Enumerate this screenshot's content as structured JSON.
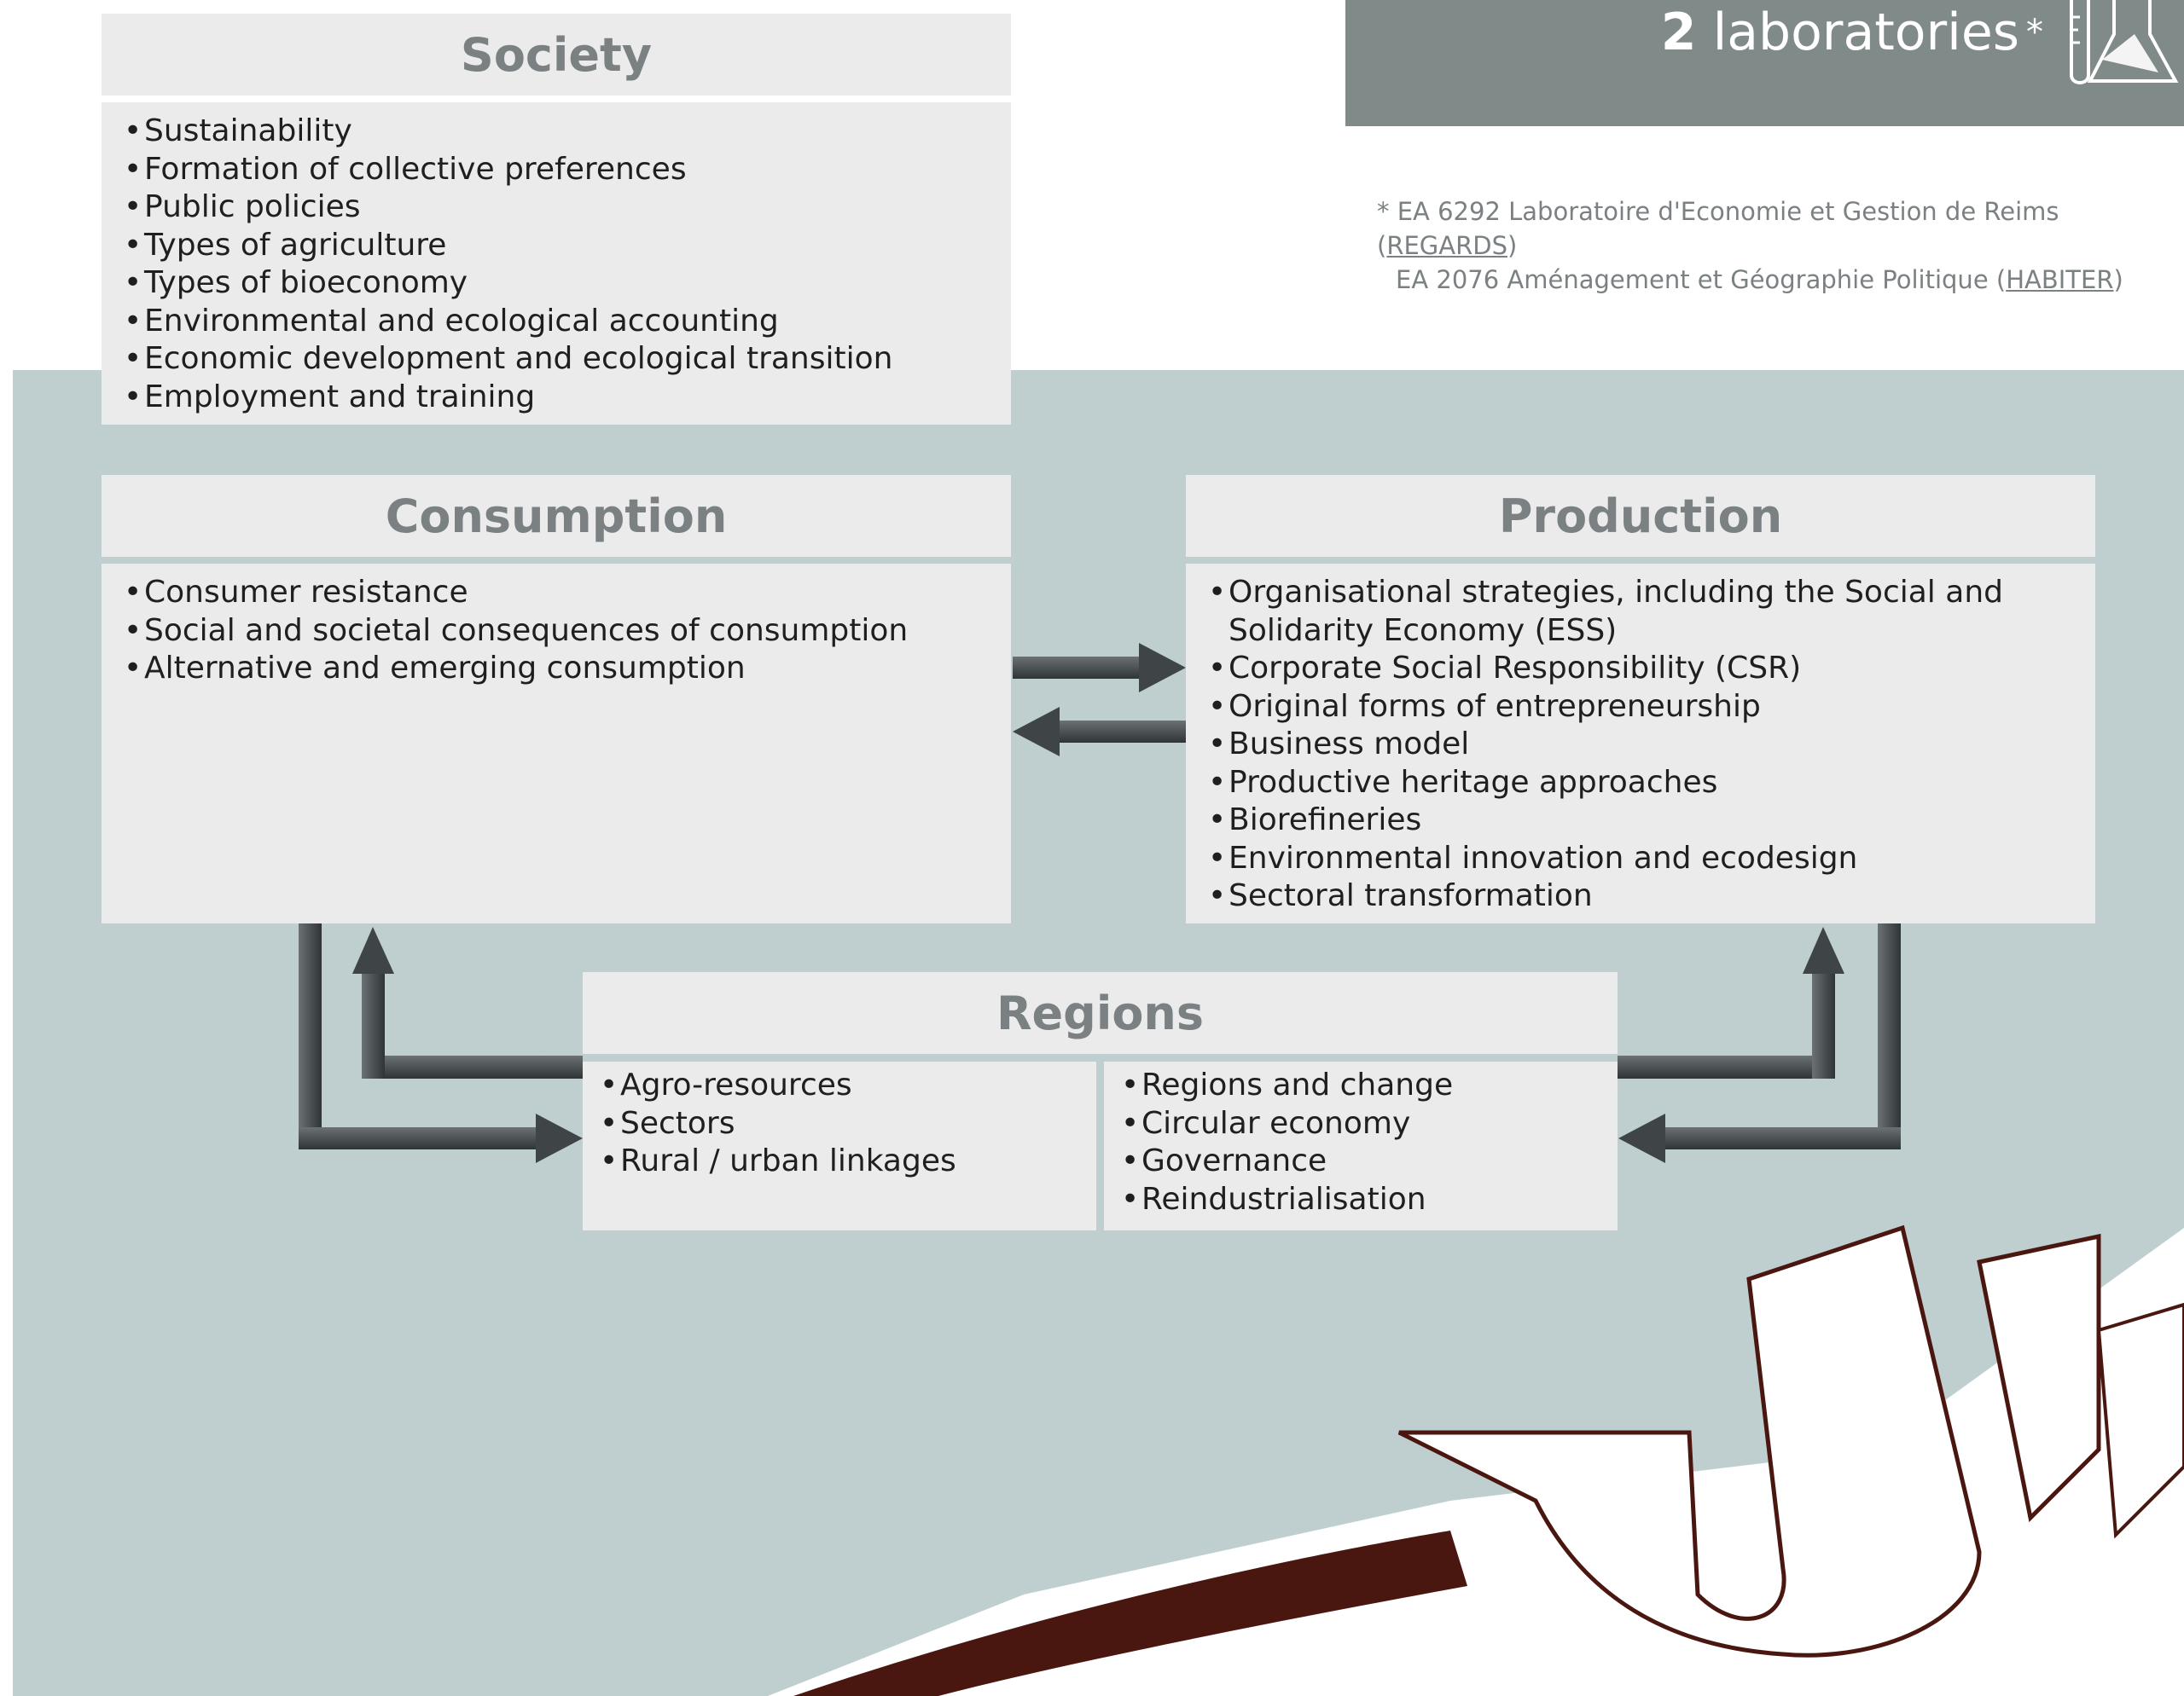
{
  "labs": {
    "count": "2",
    "label": "laboratories",
    "star": "*"
  },
  "footnote": {
    "line1_pre": "* EA 6292 Laboratoire d'Economie et Gestion de Reims (",
    "line1_link": "REGARDS",
    "line1_post": ")",
    "line2_pre": "EA 2076 Aménagement et Géographie Politique (",
    "line2_link": "HABITER",
    "line2_post": ")"
  },
  "society": {
    "title": "Society",
    "items": [
      "Sustainability",
      "Formation of collective preferences",
      "Public policies",
      "Types of agriculture",
      "Types of bioeconomy",
      "Environmental and ecological accounting",
      "Economic development and ecological transition",
      "Employment and training"
    ]
  },
  "consumption": {
    "title": "Consumption",
    "items": [
      "Consumer resistance",
      "Social and societal consequences of consumption",
      "Alternative and emerging consumption"
    ]
  },
  "production": {
    "title": "Production",
    "items": [
      "Organisational strategies, including the Social and Solidarity Economy (ESS)",
      "Corporate Social Responsibility (CSR)",
      "Original forms of entrepreneurship",
      "Business model",
      "Productive heritage approaches",
      "Biorefineries",
      "Environmental innovation and ecodesign",
      "Sectoral transformation"
    ]
  },
  "regions": {
    "title": "Regions",
    "left_items": [
      "Agro-resources",
      "Sectors",
      "Rural / urban linkages"
    ],
    "right_items": [
      "Regions and change",
      "Circular economy",
      "Governance",
      "Reindustrialisation"
    ]
  },
  "colors": {
    "panel_bg": "#bfcfcf",
    "box_bg": "#ecebeb",
    "header_text": "#7b8183",
    "labs_bg": "#808a88",
    "arrow": "#3f4446",
    "logo_brown": "#4a1610"
  }
}
